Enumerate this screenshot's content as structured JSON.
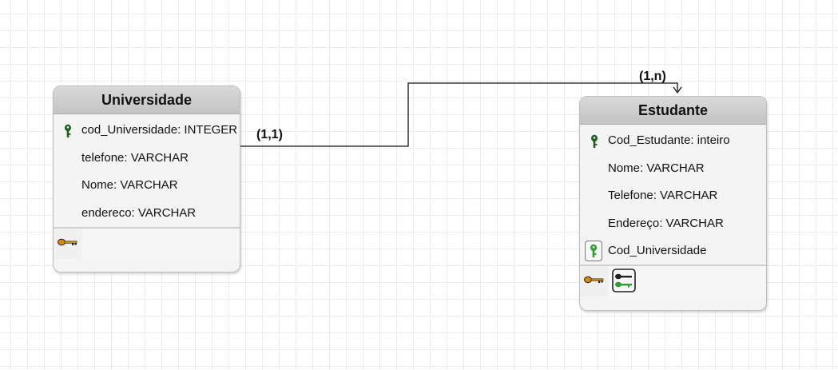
{
  "entities": {
    "universidade": {
      "title": "Universidade",
      "attributes": [
        {
          "label": "cod_Universidade: INTEGER",
          "key": "pk"
        },
        {
          "label": "telefone: VARCHAR",
          "key": "none"
        },
        {
          "label": "Nome: VARCHAR",
          "key": "none"
        },
        {
          "label": "endereco: VARCHAR",
          "key": "none"
        }
      ]
    },
    "estudante": {
      "title": "Estudante",
      "attributes": [
        {
          "label": "Cod_Estudante: inteiro",
          "key": "pk"
        },
        {
          "label": "Nome: VARCHAR",
          "key": "none"
        },
        {
          "label": "Telefone: VARCHAR",
          "key": "none"
        },
        {
          "label": "Endereço: VARCHAR",
          "key": "none"
        },
        {
          "label": "Cod_Universidade",
          "key": "fk"
        }
      ]
    }
  },
  "relationship": {
    "from_cardinality": "(1,1)",
    "to_cardinality": "(1,n)"
  },
  "colors": {
    "pk_key": "#1d5e1d",
    "fk_key": "#2e9e33",
    "index_key": "#d98a00"
  },
  "icons": [
    "primary-key-icon",
    "foreign-key-icon",
    "key-index-icon",
    "foreign-key-index-icon"
  ]
}
